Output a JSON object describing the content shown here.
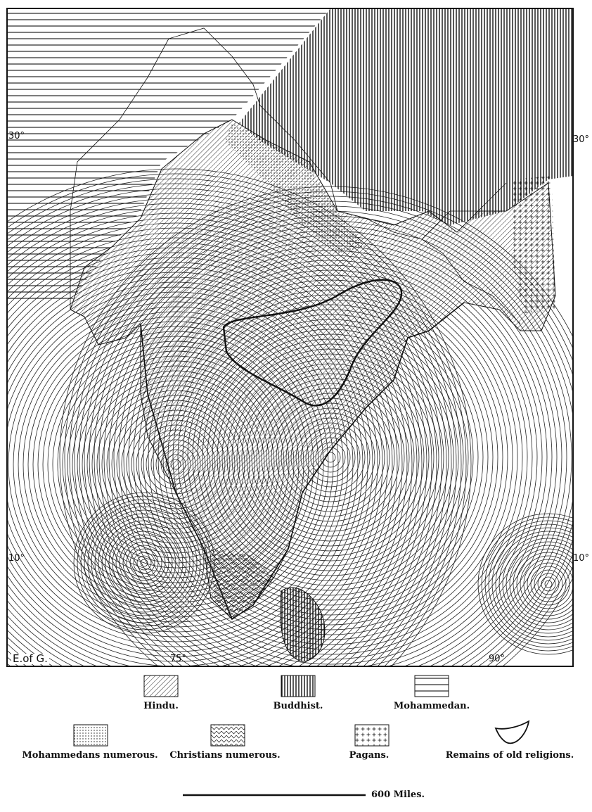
{
  "map": {
    "corner_credit": "E.of G.",
    "latitudes": {
      "lat_30": "30°",
      "lat_10": "10°"
    },
    "longitudes": {
      "lon_75": "75°",
      "lon_90": "90°"
    }
  },
  "legend": {
    "hindu": "Hindu.",
    "buddhist": "Buddhist.",
    "mohammedan": "Mohammedan.",
    "mohammedans_numerous": "Mohammedans numerous.",
    "christians_numerous": "Christians numerous.",
    "pagans": "Pagans.",
    "old_religions": "Remains of old religions."
  },
  "scale": {
    "label": "600 Miles."
  },
  "colors": {
    "ink": "#111111",
    "paper": "#ffffff"
  }
}
